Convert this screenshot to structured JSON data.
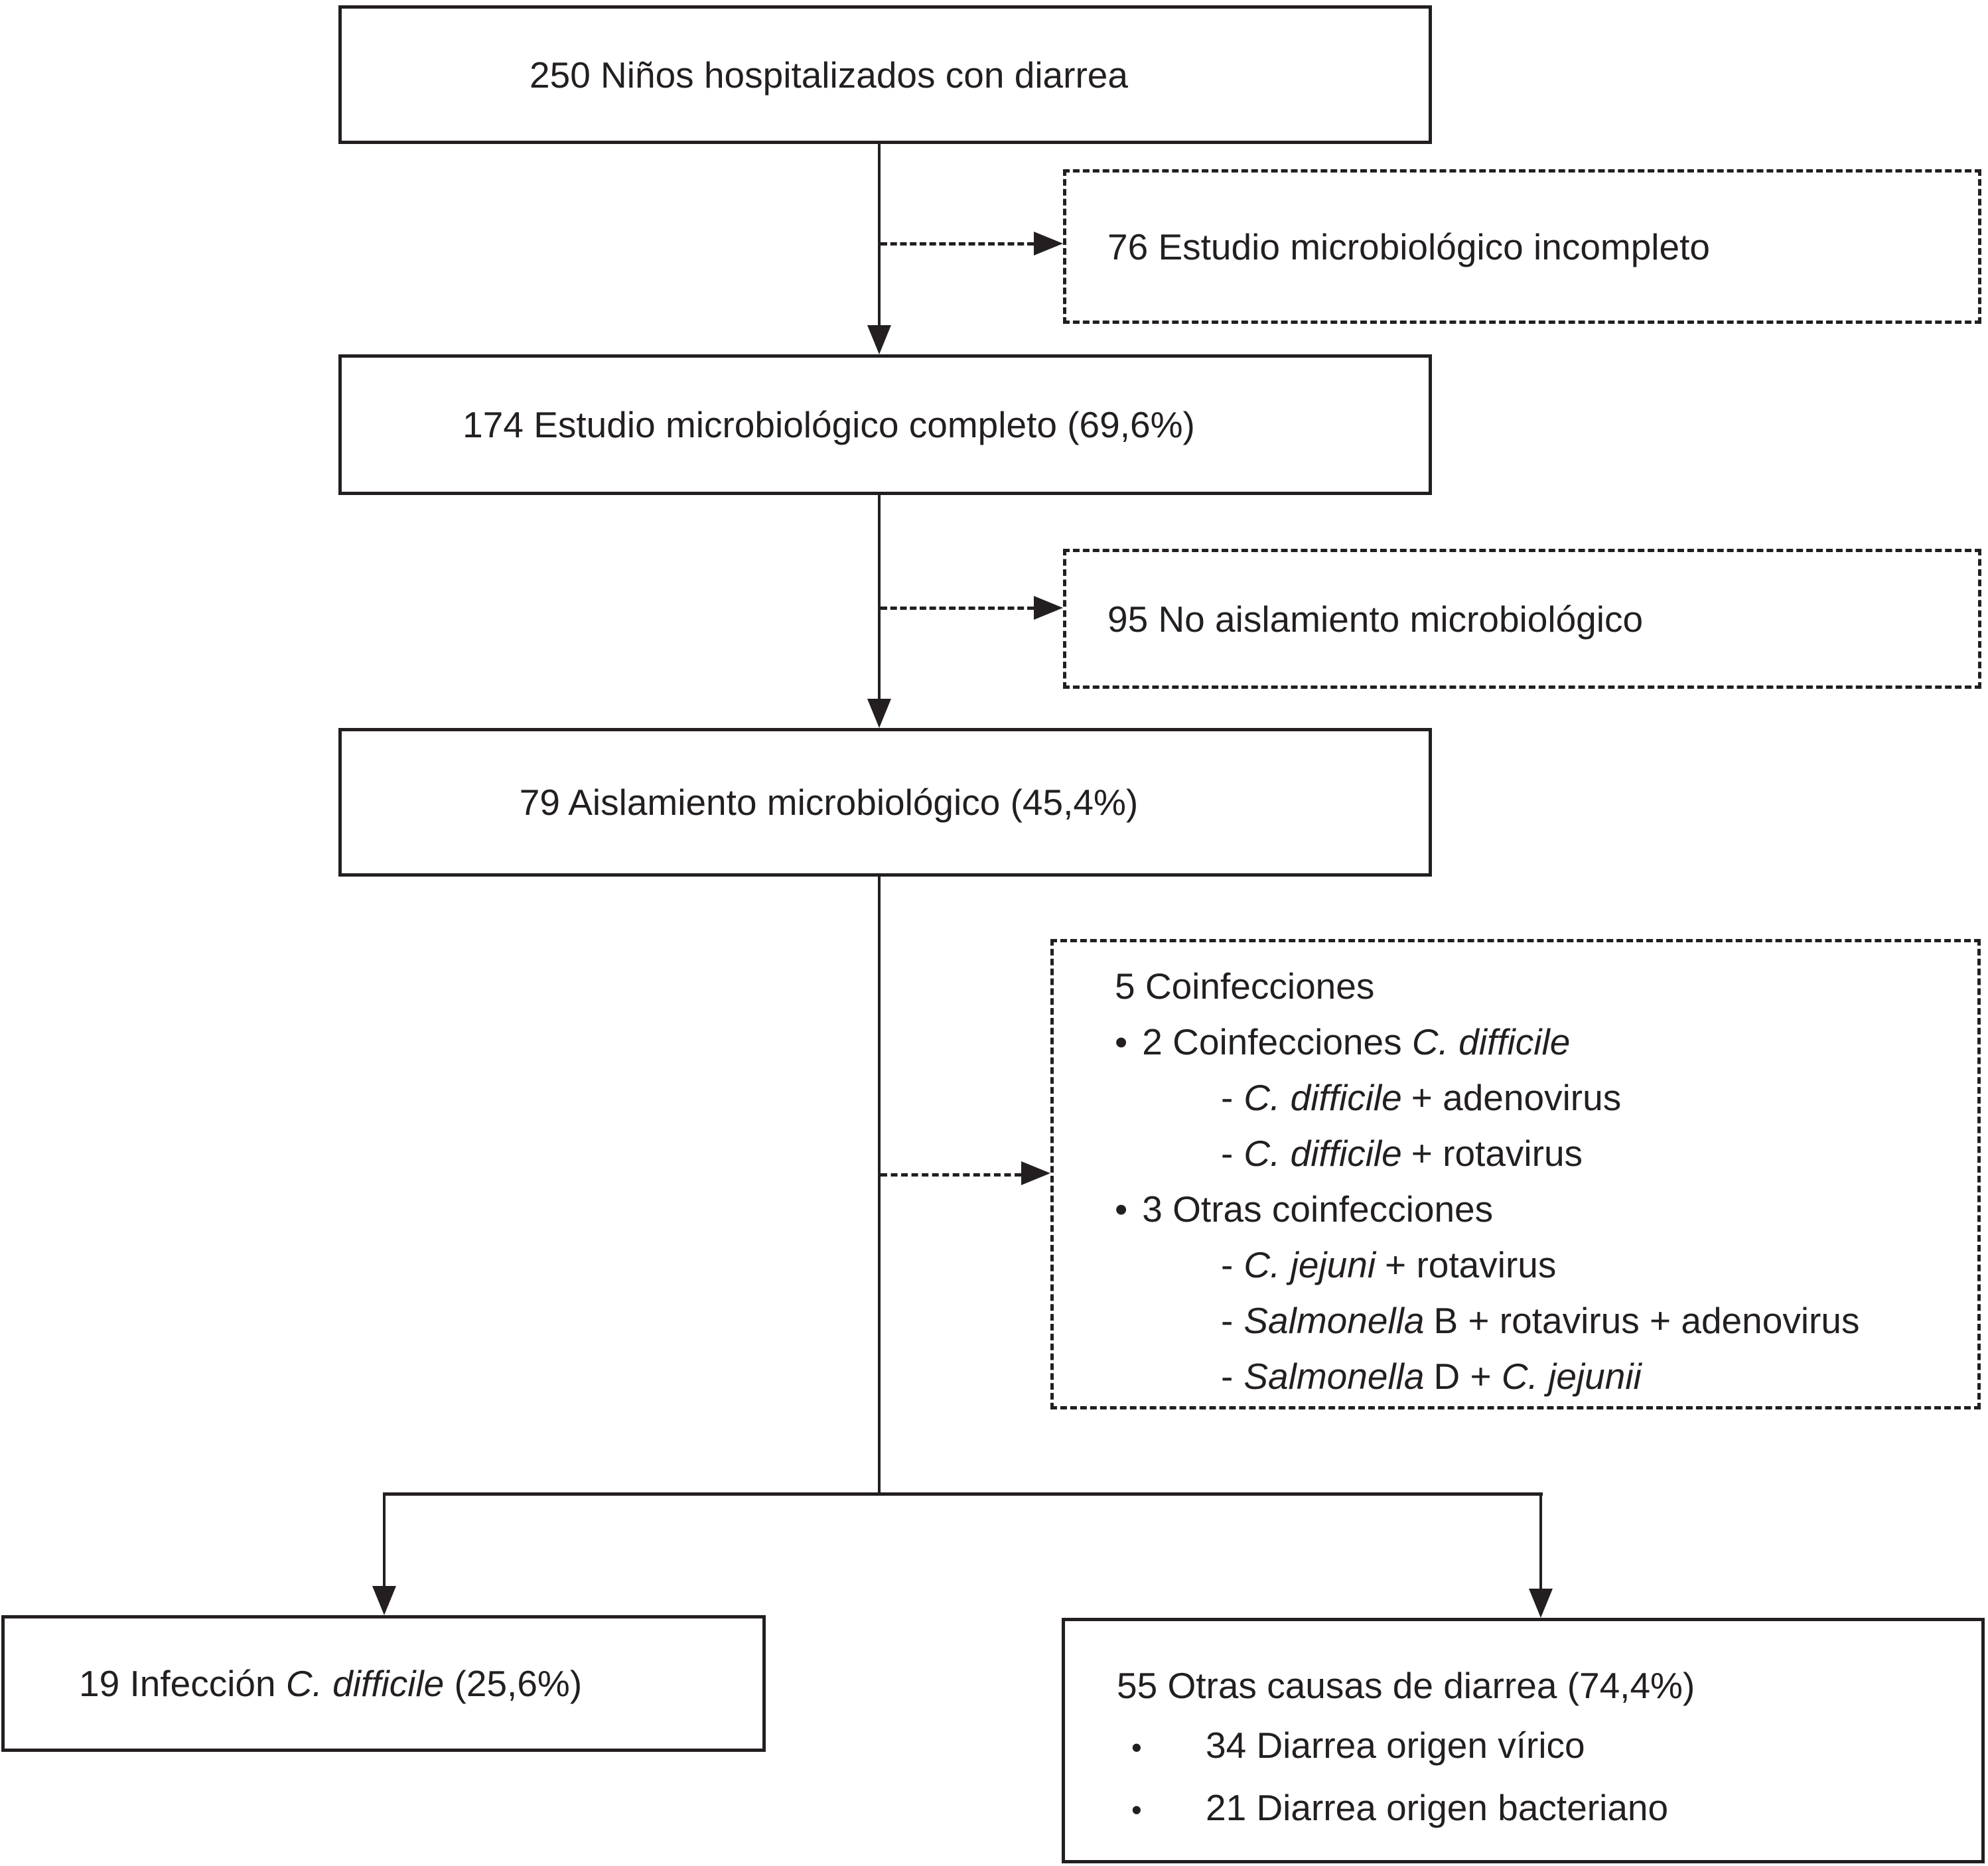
{
  "figure": {
    "background_color": "#ffffff",
    "line_color": "#231f20"
  },
  "boxes": {
    "root": {
      "label": "250 Niños hospitalizados con diarrea"
    },
    "incomplete": {
      "label": "76 Estudio microbiológico incompleto"
    },
    "complete": {
      "label": "174 Estudio microbiológico completo (69,6%)"
    },
    "no_isolation": {
      "label": "95 No aislamiento microbiológico"
    },
    "isolation": {
      "label": "79 Aislamiento microbiológico (45,4%)"
    },
    "coinfections": {
      "title": "5 Coinfecciones",
      "bullet": "•",
      "dash": "-",
      "group1_pre": "2 Coinfecciones ",
      "group1_species": "C. difficile",
      "item1": {
        "species": "C. difficile",
        "rest": "+ adenovirus"
      },
      "item2": {
        "species": "C. difficile",
        "rest": "+ rotavirus"
      },
      "group2": "3 Otras coinfecciones",
      "item3": {
        "species": "C. jejuni",
        "rest": "+ rotavirus"
      },
      "item4": {
        "species": "Salmonella",
        "rest": "B + rotavirus + adenovirus"
      },
      "item5": {
        "species": "Salmonella",
        "mid": "D + ",
        "species2": "C. jejunii"
      }
    },
    "cdiff_infection": {
      "pre": "19 Infección ",
      "species": "C. difficile",
      "post": " (25,6%)"
    },
    "other_causes": {
      "title": "55 Otras causas de diarrea (74,4%)",
      "bullet": "•",
      "items": [
        "34 Diarrea origen vírico",
        "21 Diarrea origen bacteriano"
      ]
    }
  }
}
